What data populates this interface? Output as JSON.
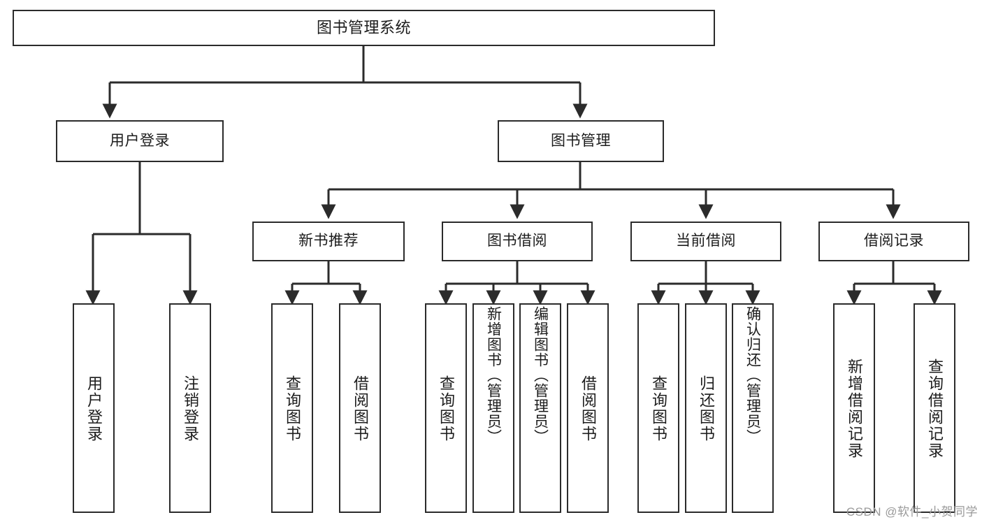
{
  "diagram": {
    "kind": "tree-hierarchy",
    "title": "图书管理系统",
    "stroke_color": "#2b2b2b",
    "fill_color": "#ffffff",
    "text_color": "#1c1c1c"
  },
  "nodes": {
    "root": {
      "label": "图书管理系统"
    },
    "level2": [
      {
        "label": "用户登录"
      },
      {
        "label": "图书管理"
      }
    ],
    "level3": [
      {
        "label": "新书推荐"
      },
      {
        "label": "图书借阅"
      },
      {
        "label": "当前借阅"
      },
      {
        "label": "借阅记录"
      }
    ],
    "leaves": {
      "user_login": [
        {
          "label": "用户登录"
        },
        {
          "label": "注销登录"
        }
      ],
      "new_book_recommend": [
        {
          "label": "查询图书"
        },
        {
          "label": "借阅图书"
        }
      ],
      "book_borrow": [
        {
          "label": "查询图书"
        },
        {
          "label": "新增图书（管理员）"
        },
        {
          "label": "编辑图书（管理员）"
        },
        {
          "label": "借阅图书"
        }
      ],
      "current_borrow": [
        {
          "label": "查询图书"
        },
        {
          "label": "归还图书"
        },
        {
          "label": "确认归还（管理员）"
        }
      ],
      "borrow_record": [
        {
          "label": "新增借阅记录"
        },
        {
          "label": "查询借阅记录"
        }
      ]
    }
  },
  "watermark": {
    "text": "CSDN @软件_小贺同学"
  }
}
